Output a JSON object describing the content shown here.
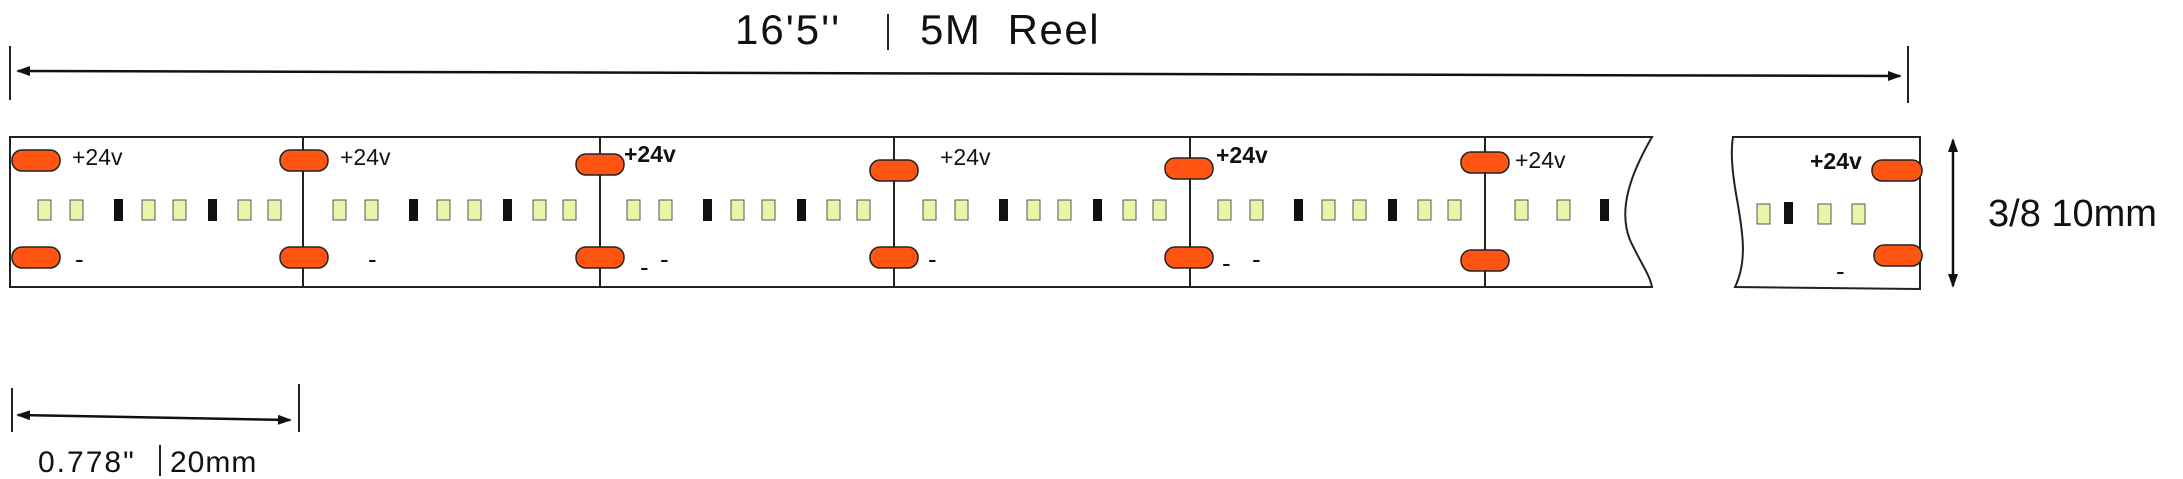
{
  "dimensions": {
    "length_imperial": "16'5''",
    "length_metric": "5M  Reel",
    "cut_imperial": "0.778\"",
    "cut_metric": "20mm",
    "width": "3/8 10mm"
  },
  "labels": {
    "positive": "+24v",
    "negative": "-"
  },
  "colors": {
    "pad": "#FF5412",
    "led_chip": "#E9F5A8",
    "led_dark": "#111111",
    "outline": "#222222"
  }
}
